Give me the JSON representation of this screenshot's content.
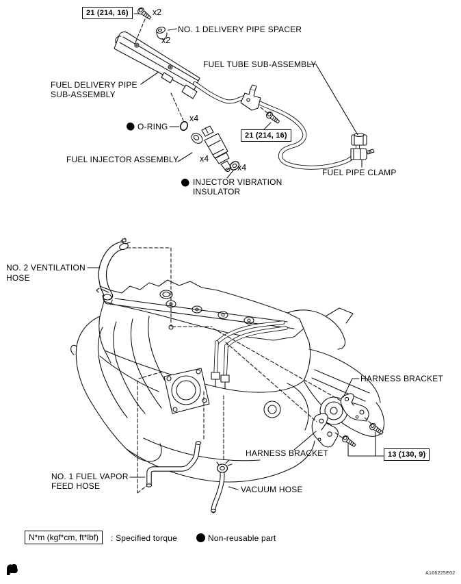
{
  "figure": {
    "code": "A166225E02"
  },
  "colors": {
    "line": "#000000",
    "background": "#ffffff"
  },
  "upper_diagram": {
    "torque_delivery_pipe_bolt": "21 (214, 16)",
    "delivery_bolt_qty": "x2",
    "spacer_label": "NO. 1 DELIVERY PIPE SPACER",
    "spacer_qty": "x2",
    "delivery_pipe_line1": "FUEL DELIVERY PIPE",
    "delivery_pipe_line2": "SUB-ASSEMBLY",
    "fuel_tube_label": "FUEL TUBE SUB-ASSEMBLY",
    "torque_fuel_tube_bolt": "21 (214, 16)",
    "oring_label": "O-RING",
    "oring_qty": "x4",
    "injector_label": "FUEL INJECTOR ASSEMBLY",
    "injector_qty": "x4",
    "insulator_line1": "INJECTOR VIBRATION",
    "insulator_line2": "INSULATOR",
    "insulator_qty": "x4",
    "pipe_clamp_label": "FUEL PIPE CLAMP"
  },
  "lower_diagram": {
    "vent_hose_line1": "NO. 2 VENTILATION",
    "vent_hose_line2": "HOSE",
    "harness_bracket_upper_label": "HARNESS BRACKET",
    "harness_bracket_lower_label": "HARNESS BRACKET",
    "torque_bracket_bolts": "13 (130, 9)",
    "vapor_hose_line1": "NO. 1 FUEL VAPOR",
    "vapor_hose_line2": "FEED HOSE",
    "vacuum_hose_label": "VACUUM HOSE"
  },
  "legend": {
    "torque_box_label": "N*m (kgf*cm, ft*lbf)",
    "torque_desc": ": Specified torque",
    "non_reusable_label": "Non-reusable part"
  }
}
